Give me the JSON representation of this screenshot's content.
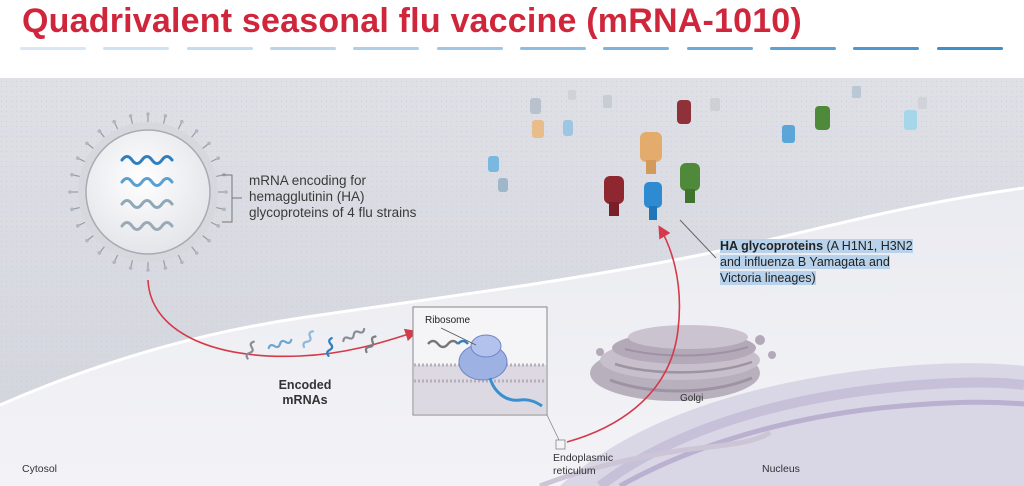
{
  "title": "Quadrivalent seasonal flu vaccine (mRNA-1010)",
  "colors": {
    "title": "#d0263c",
    "arrow": "#d43a4a",
    "dashes": [
      "#d8e7f3",
      "#cfe2f1",
      "#c5dcef",
      "#b9d5ec",
      "#aecfe9",
      "#9fc6e5",
      "#8fbde1",
      "#7fb3dc",
      "#6eaad8",
      "#5ea1d4",
      "#4e98cf",
      "#3f8fcb"
    ]
  },
  "labels": {
    "mrna_encoding": "mRNA encoding for hemagglutinin (HA) glycoproteins of 4 flu strains",
    "ha_bold": "HA glycoproteins",
    "ha_rest": " (A H1N1, H3N2 and influenza B Yamagata and Victoria lineages)",
    "encoded_mrnas": "Encoded mRNAs",
    "ribosome": "Ribosome",
    "golgi": "Golgi",
    "er": "Endoplasmic reticulum",
    "cytosol": "Cytosol",
    "nucleus": "Nucleus"
  },
  "icons": [
    "lipid-nanoparticle-icon",
    "ribosome-icon",
    "golgi-icon",
    "ha-glycoprotein-icon"
  ]
}
